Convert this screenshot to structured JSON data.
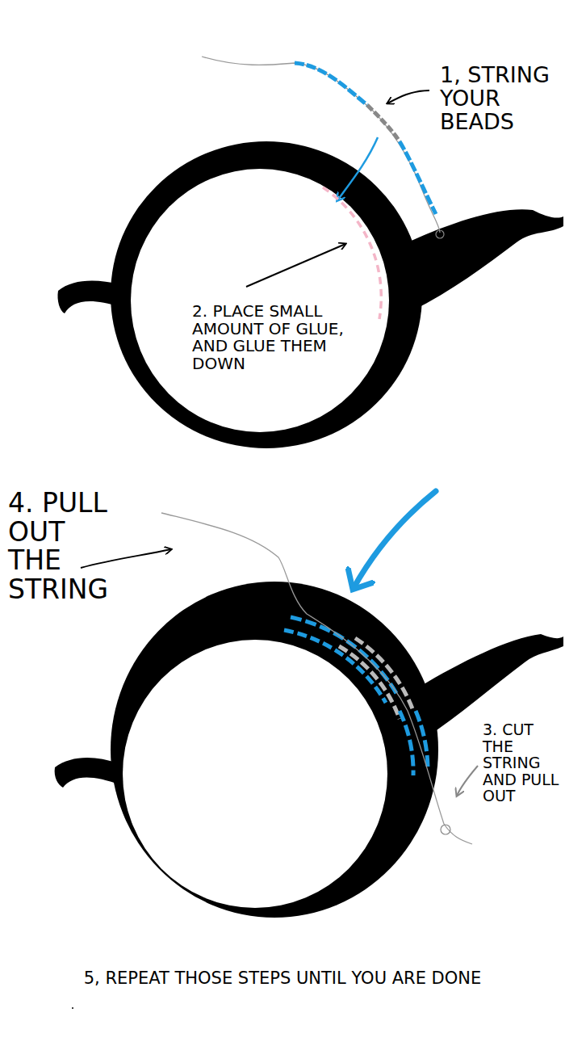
{
  "diagram": {
    "labels": [
      "1, STRING YOUR BEADS",
      "2. PLACE SMALL AMOUNT OF GLUE, AND GLUE THEM DOWN",
      "4. PULL OUT THE STRING",
      "3. CUT THE STRING AND PULL OUT",
      "5, REPEAT THOSE STEPS UNTIL YOU ARE DONE"
    ]
  }
}
